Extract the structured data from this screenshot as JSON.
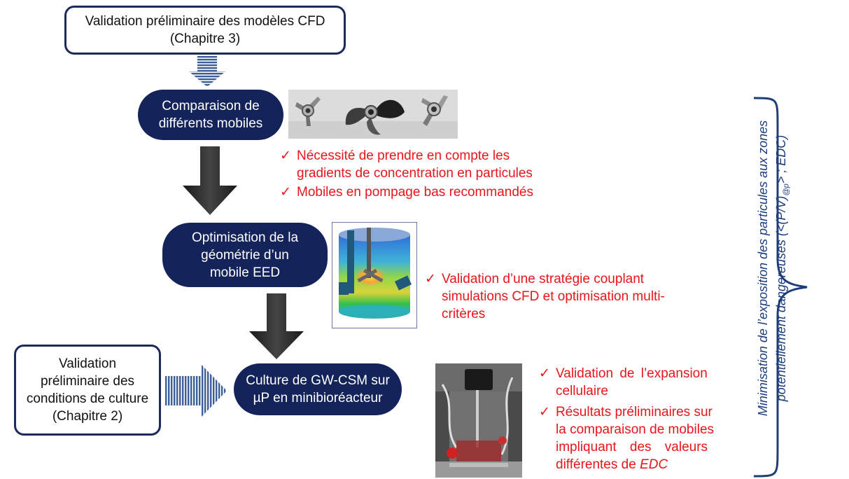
{
  "top_box": {
    "line1": "Validation préliminaire des modèles CFD",
    "line2": "(Chapitre 3)"
  },
  "step1": {
    "line1": "Comparaison de",
    "line2": "différents mobiles"
  },
  "step1_notes": [
    {
      "check": "✓",
      "line1": "Nécessité de prendre en compte les",
      "line2": "gradients de concentration en particules"
    },
    {
      "check": "✓",
      "line1": "Mobiles en pompage bas recommandés"
    }
  ],
  "step2": {
    "line1": "Optimisation de la",
    "line2": "géométrie d’un",
    "line3": "mobile EED"
  },
  "step2_notes": [
    {
      "check": "✓",
      "line1": "Validation d’une stratégie couplant",
      "line2": "simulations CFD et optimisation multi-",
      "line3": "critères"
    }
  ],
  "left_box": {
    "line1": "Validation",
    "line2": "préliminaire des",
    "line3": "conditions de culture",
    "line4": "(Chapitre 2)"
  },
  "step3": {
    "line1": "Culture de GW-CSM sur",
    "line2": "µP en minibioréacteur"
  },
  "step3_notes": [
    {
      "check": "✓",
      "line1": "Validation de l’expansion",
      "line2": "cellulaire"
    },
    {
      "check": "✓",
      "line1": "Résultats préliminaires sur",
      "line2": "la comparaison de mobiles",
      "line3": "impliquant des valeurs",
      "line4_a": "différentes de ",
      "line4_b": "EDC"
    }
  ],
  "side_label": {
    "line1": "Minimisation de l’exposition des particules aux zones",
    "line2_a": "potentiellement dangereuses (<(P/V)",
    "line2_sub": "@p",
    "line2_b": "> ; EDC)"
  },
  "colors": {
    "navy": "#14245a",
    "red": "#e8161b",
    "blue_text": "#1e3d7b",
    "arrow": "#333333"
  }
}
